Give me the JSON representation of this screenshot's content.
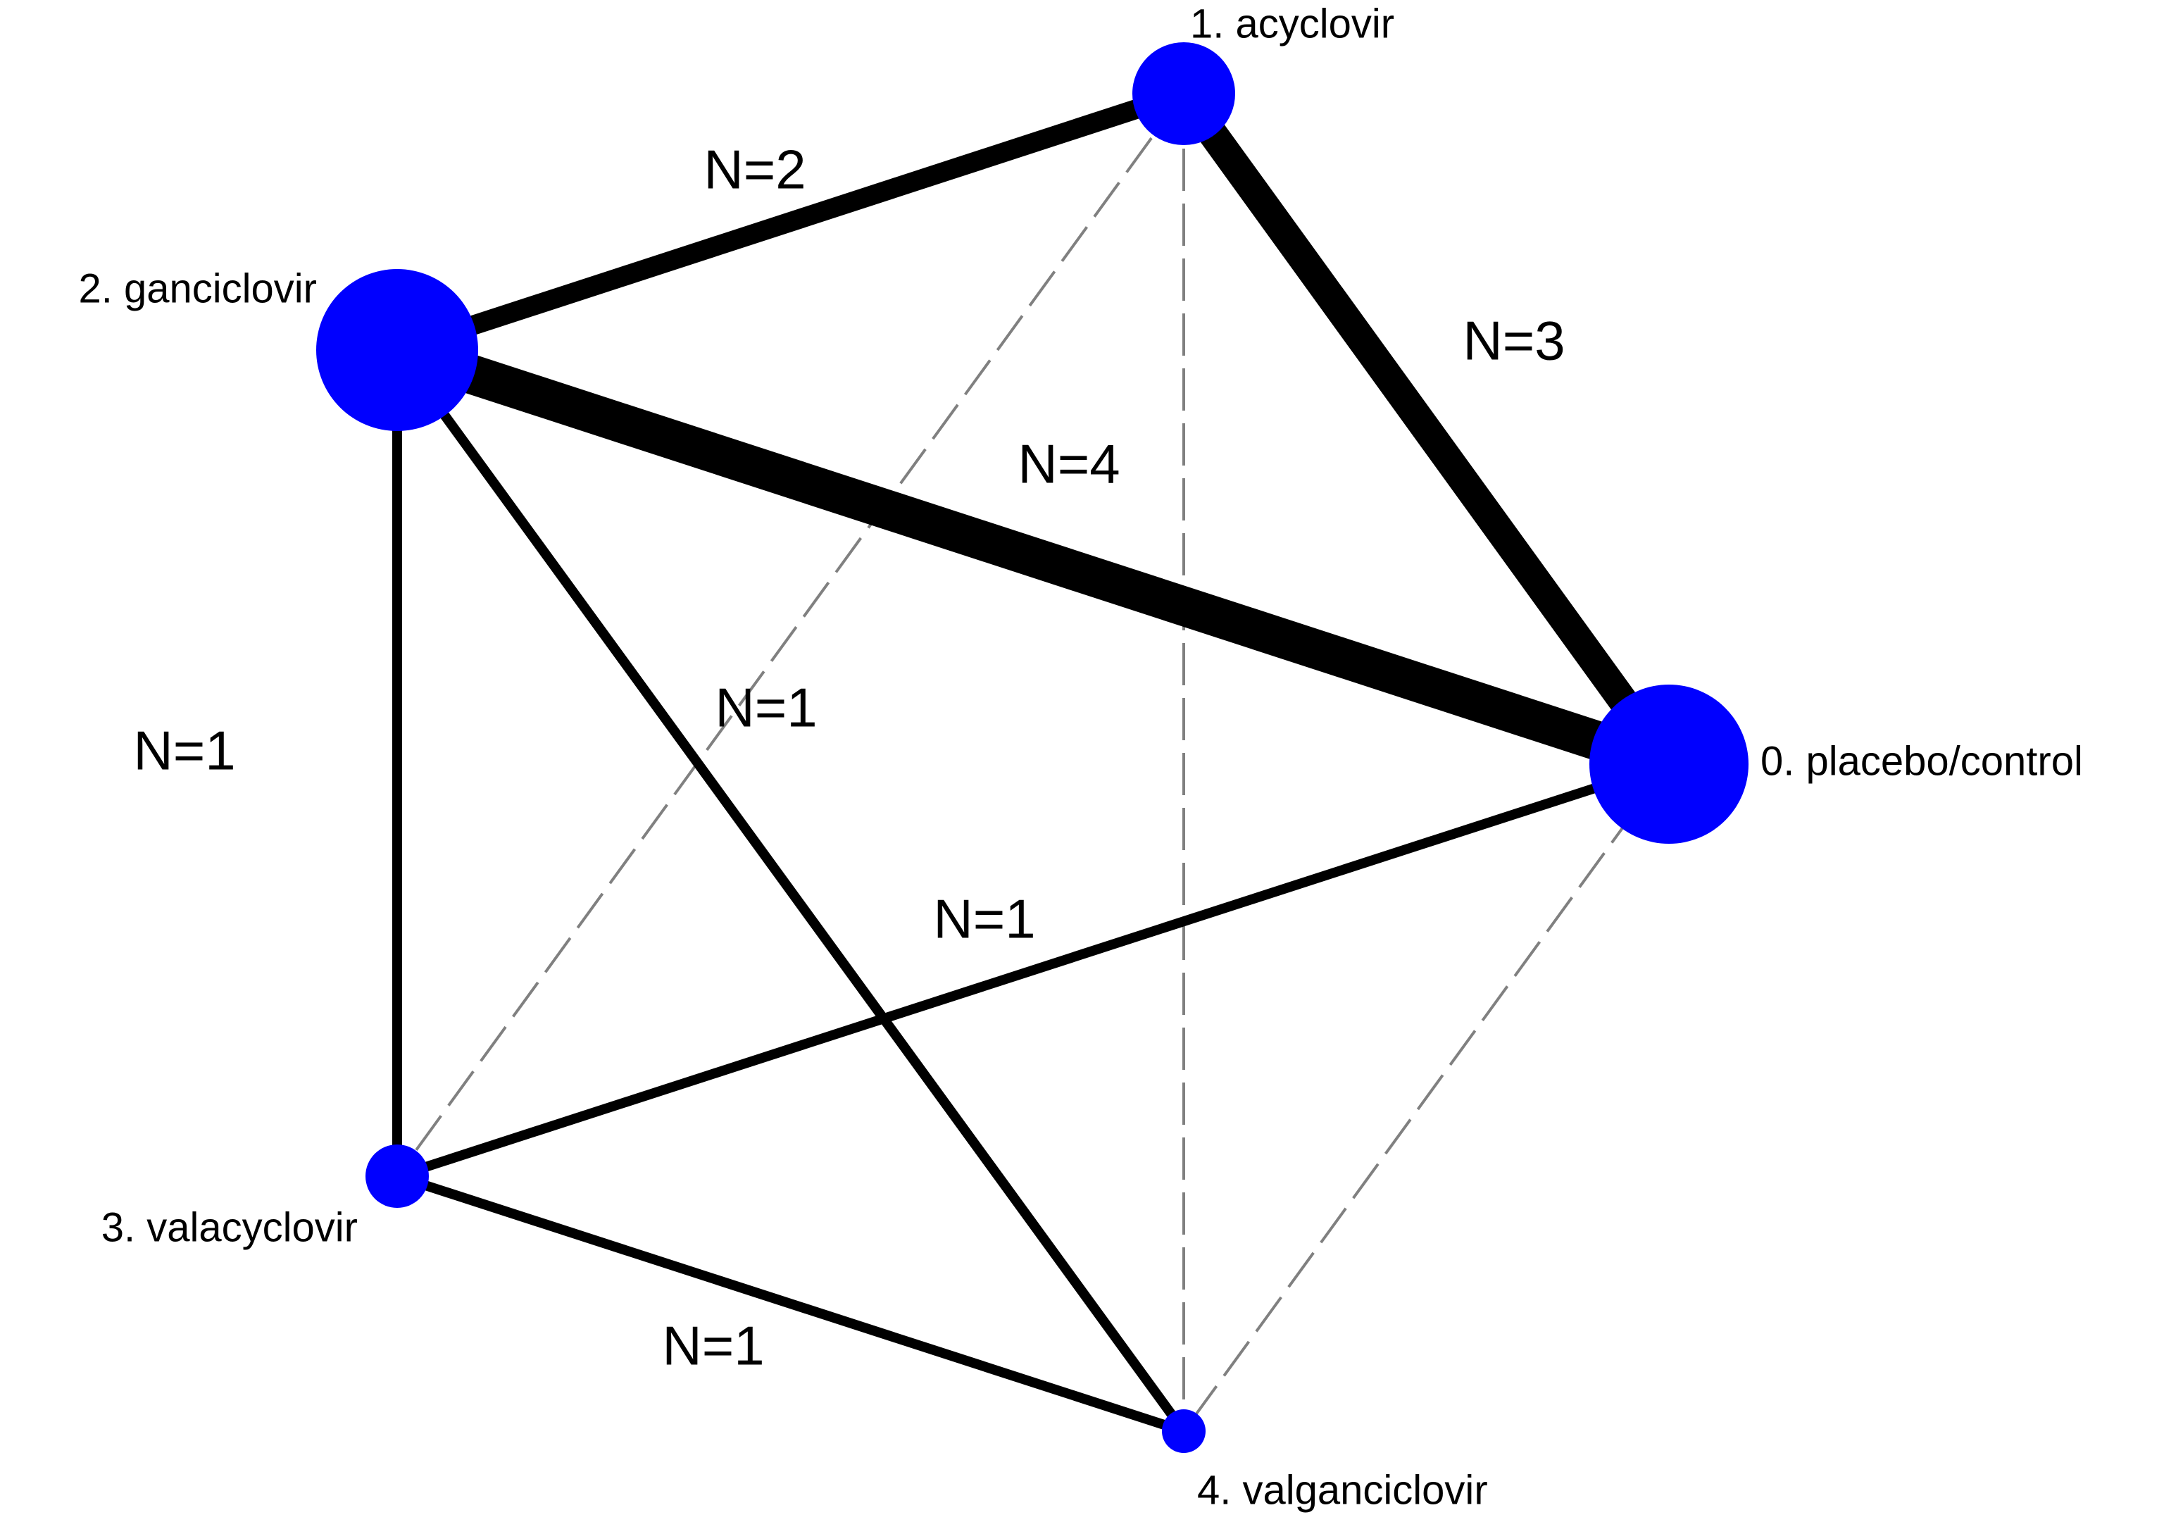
{
  "colors": {
    "node_fill": "#0000ff",
    "direct_edge": "#000000",
    "indirect_edge": "#808080",
    "text": "#000000",
    "background": "#ffffff"
  },
  "nodes": [
    {
      "id": "n0",
      "label": "0. placebo/control"
    },
    {
      "id": "n1",
      "label": "1. acyclovir"
    },
    {
      "id": "n2",
      "label": "2. ganciclovir"
    },
    {
      "id": "n3",
      "label": "3. valacyclovir"
    },
    {
      "id": "n4",
      "label": "4. valganciclovir"
    }
  ],
  "direct_edges": [
    {
      "from": "n1",
      "to": "n2",
      "n": 2,
      "label": "N=2"
    },
    {
      "from": "n1",
      "to": "n0",
      "n": 3,
      "label": "N=3"
    },
    {
      "from": "n2",
      "to": "n0",
      "n": 4,
      "label": "N=4"
    },
    {
      "from": "n2",
      "to": "n3",
      "n": 1,
      "label": "N=1"
    },
    {
      "from": "n2",
      "to": "n4",
      "n": 1,
      "label": "N=1"
    },
    {
      "from": "n3",
      "to": "n0",
      "n": 1,
      "label": "N=1"
    },
    {
      "from": "n3",
      "to": "n4",
      "n": 1,
      "label": "N=1"
    }
  ],
  "indirect_edges": [
    {
      "from": "n1",
      "to": "n3"
    },
    {
      "from": "n1",
      "to": "n4"
    },
    {
      "from": "n0",
      "to": "n4"
    }
  ]
}
